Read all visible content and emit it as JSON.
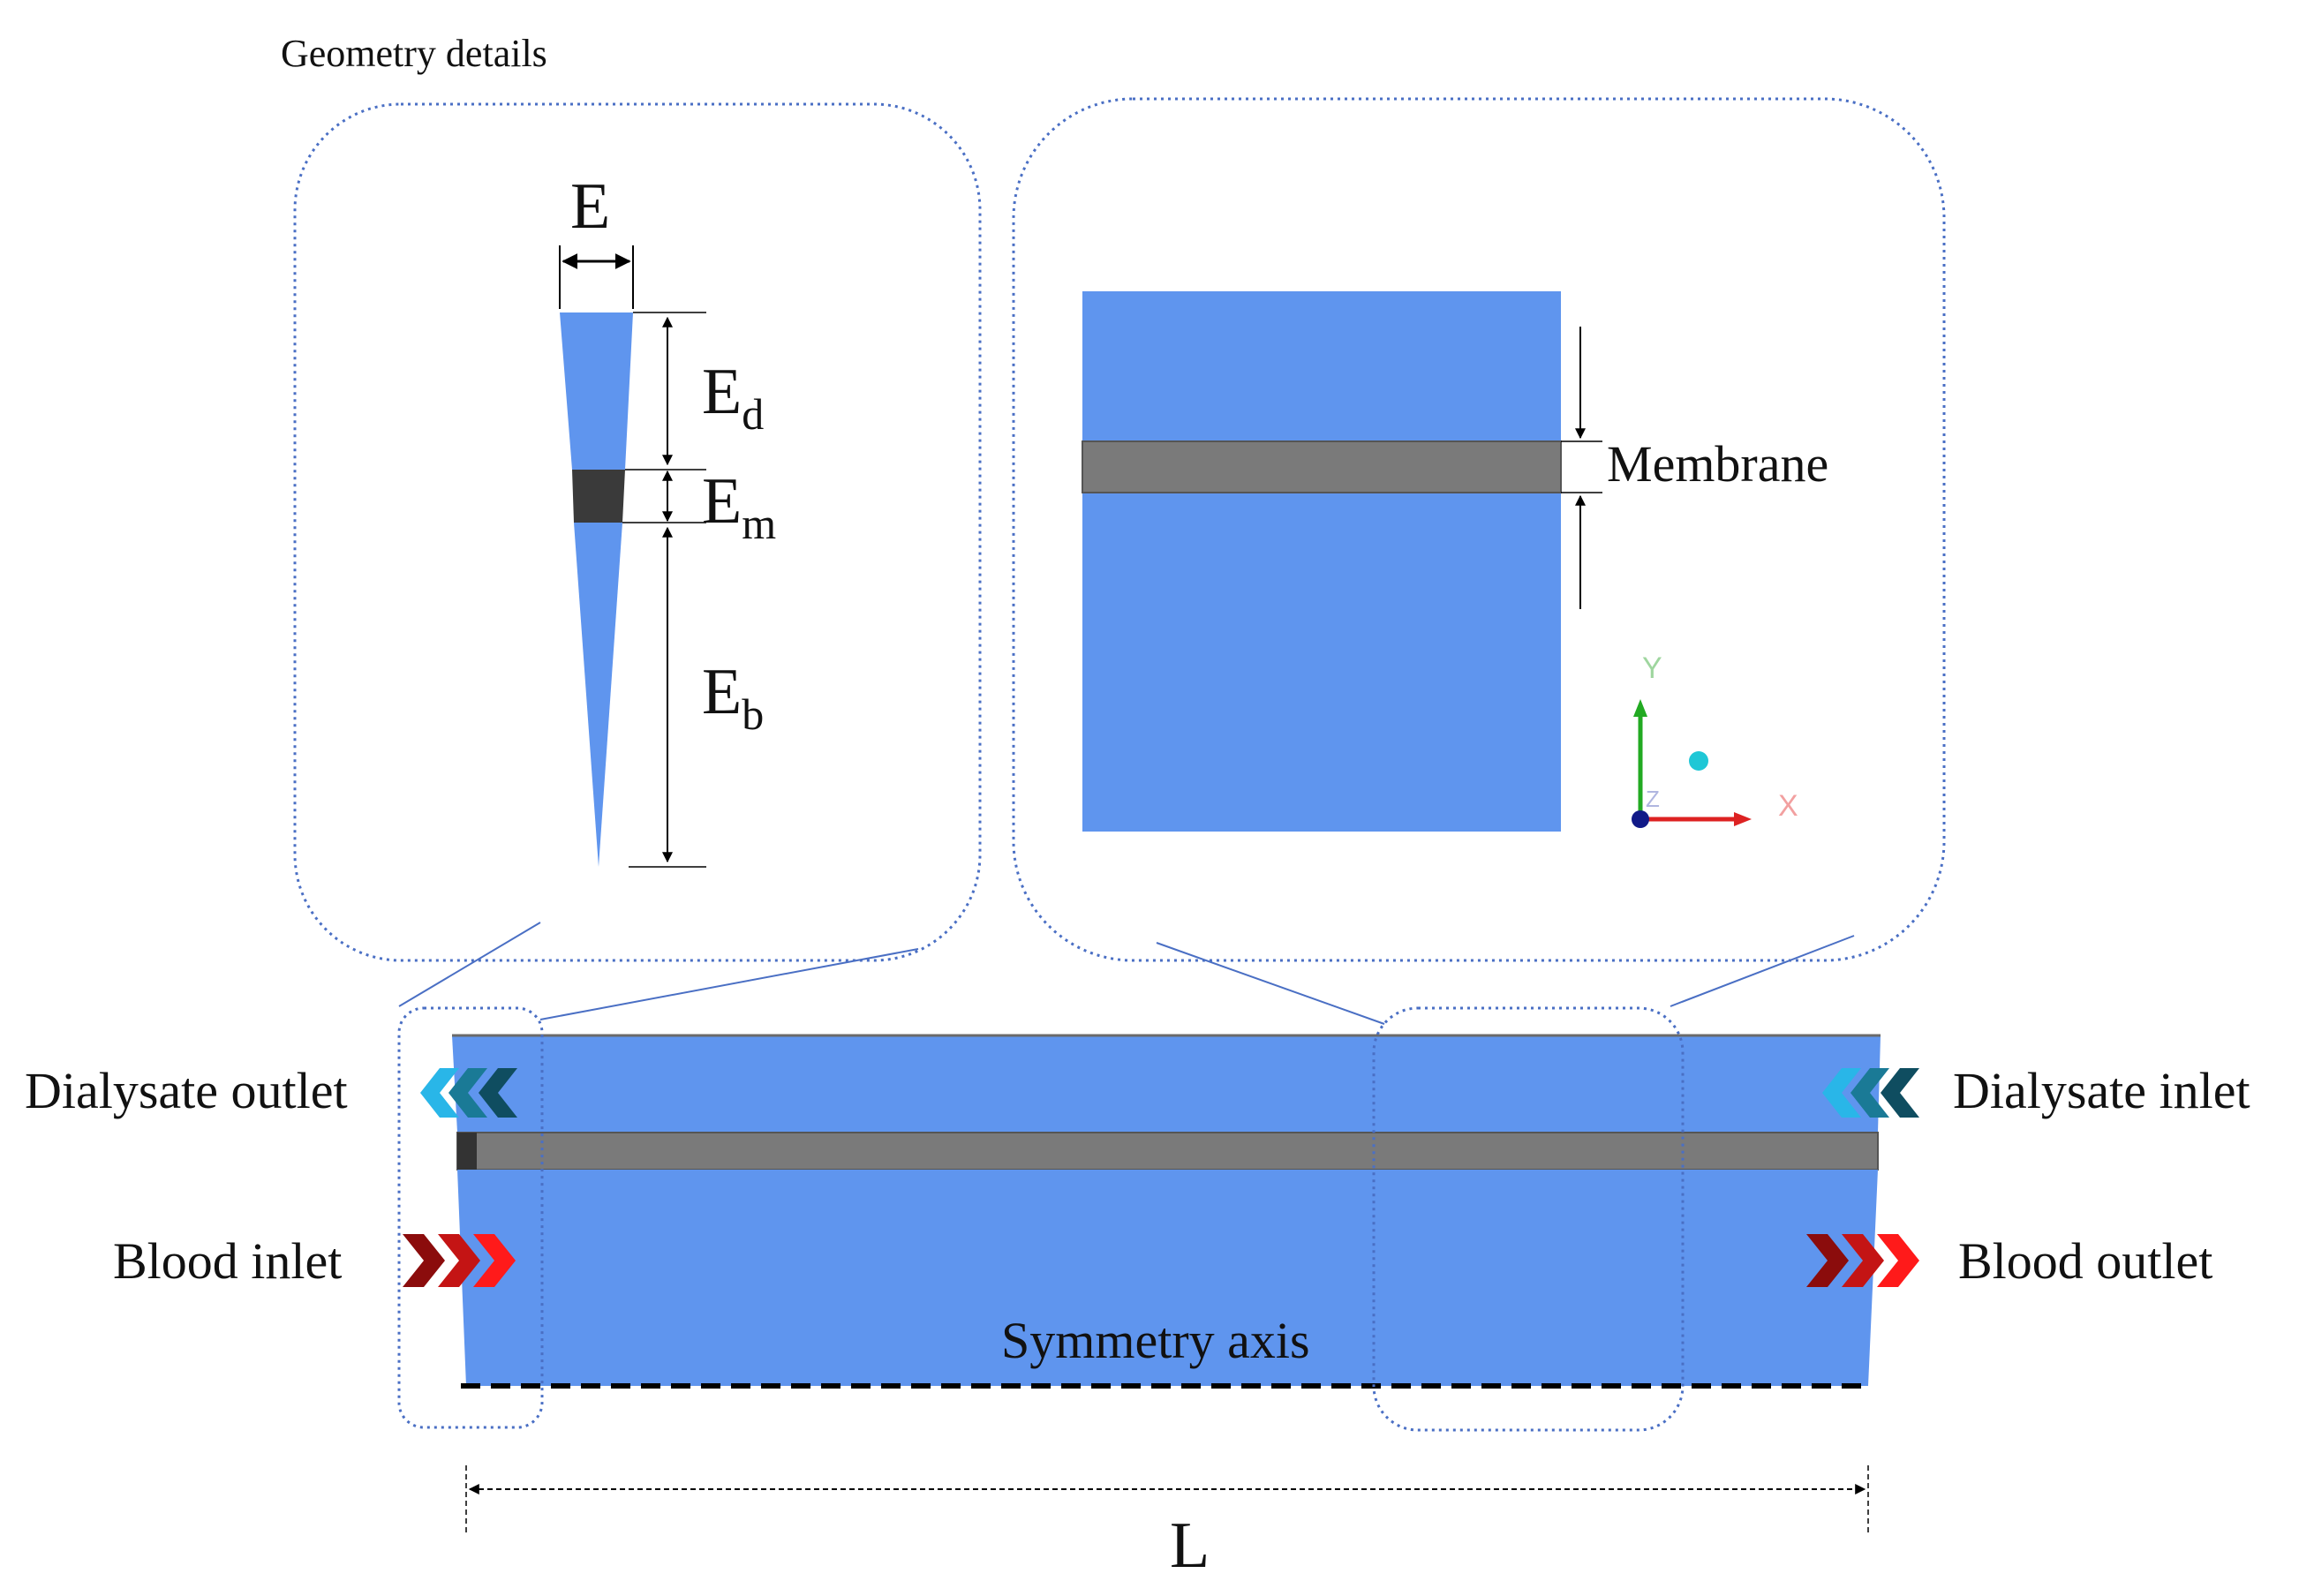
{
  "title": "Geometry details",
  "detail_left": {
    "width_label": "E",
    "dialysate_thickness": {
      "symbol": "E",
      "subscript": "d"
    },
    "membrane_thickness": {
      "symbol": "E",
      "subscript": "m"
    },
    "blood_thickness": {
      "symbol": "E",
      "subscript": "b"
    }
  },
  "detail_right": {
    "membrane_label": "Membrane",
    "axes": {
      "x": "X",
      "y": "Y",
      "z": "Z"
    }
  },
  "main": {
    "dialysate_outlet": "Dialysate outlet",
    "dialysate_inlet": "Dialysate inlet",
    "blood_inlet": "Blood inlet",
    "blood_outlet": "Blood outlet",
    "symmetry_axis": "Symmetry axis",
    "length_label": "L"
  },
  "colors": {
    "fluid": "#5f95ee",
    "membrane": "#7a7a7a",
    "membrane_dark": "#3a3a3a",
    "dialysate_arrows": [
      "#29b6e8",
      "#1a7a96",
      "#0f4d60"
    ],
    "blood_arrows": [
      "#8b0c0c",
      "#c41414",
      "#ff1a1a"
    ],
    "callout": "#4a6fc4"
  }
}
